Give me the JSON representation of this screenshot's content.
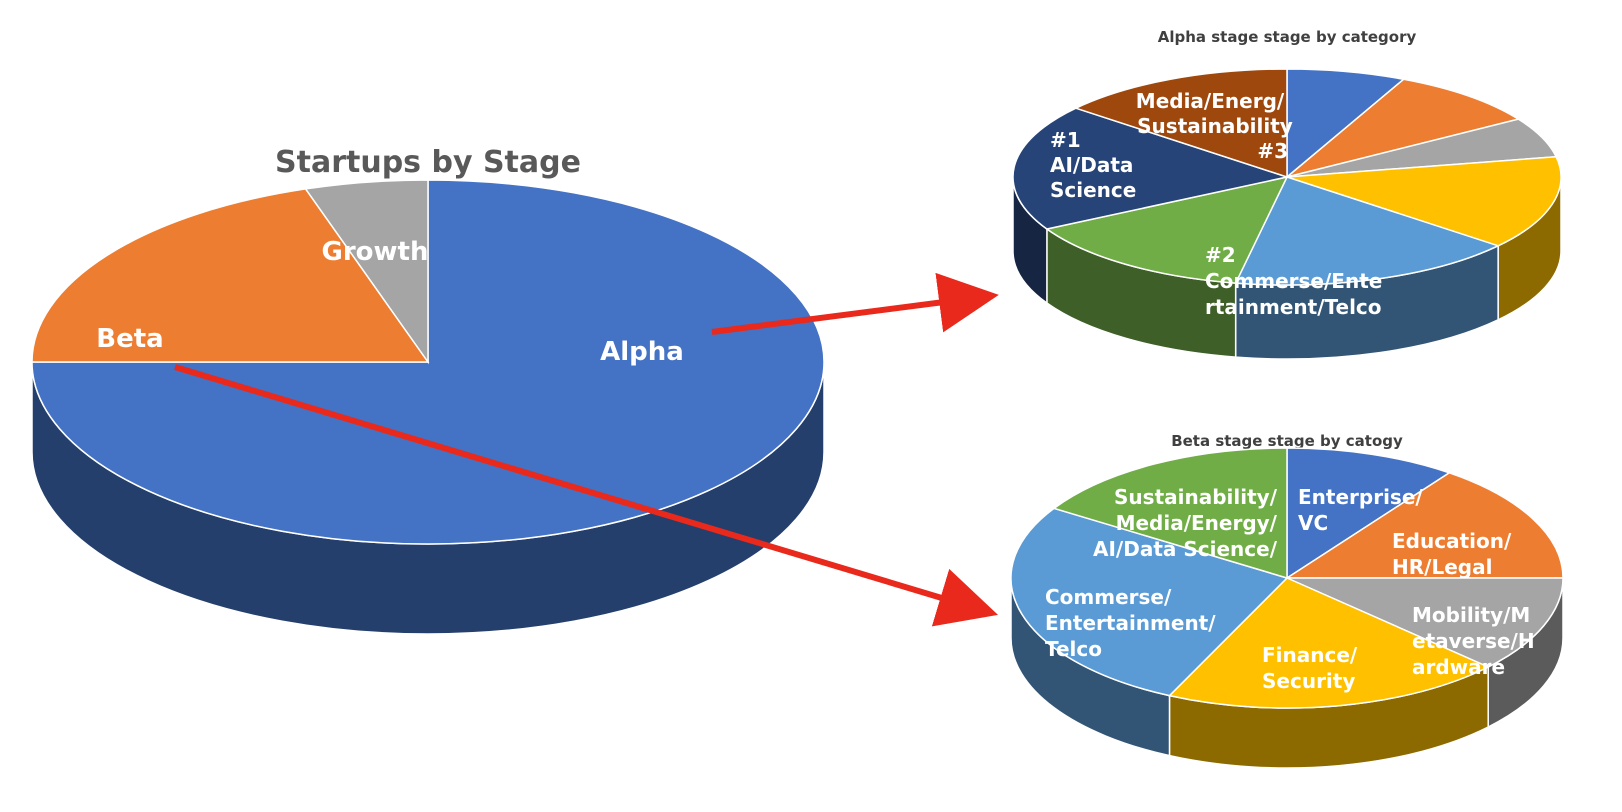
{
  "colors": {
    "blue": "#4472C4",
    "orange": "#ED7D31",
    "gray": "#A5A5A5",
    "gold": "#FFC000",
    "light_blue": "#5B9BD5",
    "green": "#70AD47",
    "navy": "#264478",
    "brown": "#9E480E",
    "arrow": "#E8291C"
  },
  "chart_data": [
    {
      "type": "pie",
      "title": "Startups by Stage",
      "slices": [
        {
          "label": "Alpha",
          "value": 75,
          "color": "#4472C4"
        },
        {
          "label": "Beta",
          "value": 20,
          "color": "#ED7D31"
        },
        {
          "label": "Growth",
          "value": 5,
          "color": "#A5A5A5"
        }
      ]
    },
    {
      "type": "pie",
      "title": "Alpha stage stage by category",
      "slices": [
        {
          "label": "",
          "value": 7,
          "color": "#4472C4"
        },
        {
          "label": "",
          "value": 9,
          "color": "#ED7D31"
        },
        {
          "label": "",
          "value": 6,
          "color": "#A5A5A5"
        },
        {
          "label": "",
          "value": 14,
          "color": "#FFC000"
        },
        {
          "label": "#2 Commerse/Entertainment/Telco",
          "value": 17,
          "color": "#5B9BD5"
        },
        {
          "label": "",
          "value": 14,
          "color": "#70AD47"
        },
        {
          "label": "#1 AI/Data Science",
          "value": 19,
          "color": "#264478"
        },
        {
          "label": "Media/Energ/ Sustainability #3",
          "value": 14,
          "color": "#9E480E"
        }
      ]
    },
    {
      "type": "pie",
      "title": "Beta stage stage by catogy",
      "slices": [
        {
          "label": "Enterprise/ VC",
          "value": 10,
          "color": "#4472C4"
        },
        {
          "label": "Education/ HR/Legal",
          "value": 15,
          "color": "#ED7D31"
        },
        {
          "label": "Mobility/Metaverse/Hardware",
          "value": 12,
          "color": "#A5A5A5"
        },
        {
          "label": "Finance/ Security",
          "value": 20,
          "color": "#FFC000"
        },
        {
          "label": "Commerse/ Entertainment/ Telco",
          "value": 27,
          "color": "#5B9BD5"
        },
        {
          "label": "Sustainability/ Media/Energy/ AI/Data Science/",
          "value": 16,
          "color": "#70AD47"
        }
      ]
    }
  ],
  "titles": {
    "main": "Startups by Stage",
    "alpha": "Alpha stage stage by category",
    "beta": "Beta stage stage by catogy"
  },
  "labels": {
    "main_alpha": "Alpha",
    "main_beta": "Beta",
    "main_growth": "Growth",
    "alpha_media_1": "Media/Energ/",
    "alpha_media_2": "Sustainability",
    "alpha_media_3": "#3",
    "alpha_ai_1": "#1",
    "alpha_ai_2": "AI/Data",
    "alpha_ai_3": "Science",
    "alpha_commerce_1": "#2",
    "alpha_commerce_2": "Commerse/Ente",
    "alpha_commerce_3": "rtainment/Telco",
    "beta_enterprise_1": "Enterprise/",
    "beta_enterprise_2": "VC",
    "beta_education_1": "Education/",
    "beta_education_2": "HR/Legal",
    "beta_mobility_1": "Mobility/M",
    "beta_mobility_2": "etaverse/H",
    "beta_mobility_3": "ardware",
    "beta_finance_1": "Finance/",
    "beta_finance_2": "Security",
    "beta_commerce_1": "Commerse/",
    "beta_commerce_2": "Entertainment/",
    "beta_commerce_3": "Telco",
    "beta_sustain_1": "Sustainability/",
    "beta_sustain_2": "Media/Energy/",
    "beta_sustain_3": "AI/Data Science/"
  }
}
